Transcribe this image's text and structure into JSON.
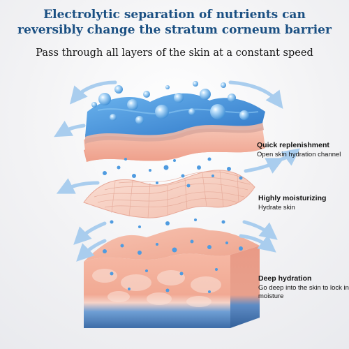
{
  "headline": {
    "line1": "Electrolytic separation of nutrients can",
    "line2": "reversibly change the stratum corneum barrier"
  },
  "subheadline": "Pass through all layers of the skin at a constant speed",
  "features": [
    {
      "title": "Quick replenishment",
      "description": "Open skin hydration channel"
    },
    {
      "title": "Highly moisturizing",
      "description": "Hydrate skin"
    },
    {
      "title": "Deep hydration",
      "description": "Go deep into the skin to lock in moisture"
    }
  ],
  "colors": {
    "headline": "#1a4f82",
    "water_blue": "#3f8fd6",
    "skin_pink": "#f4b3a0",
    "deep_blue": "#4a78b0"
  }
}
